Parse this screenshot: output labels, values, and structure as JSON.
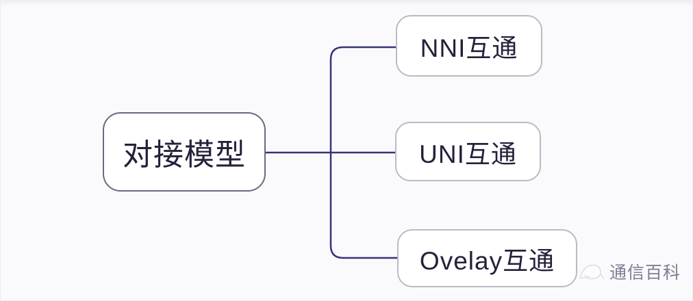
{
  "diagram": {
    "type": "mindmap",
    "root": {
      "label": "对接模型"
    },
    "children": [
      {
        "label": "NNI互通"
      },
      {
        "label": "UNI互通"
      },
      {
        "label": "Ovelay互通"
      }
    ]
  },
  "watermark": {
    "text": "通信百科",
    "logo_icon": "bird-swoosh-icon"
  },
  "colors": {
    "background": "#fafafc",
    "connector": "#36337a",
    "root_border": "#6b6880",
    "child_border": "#bbbac4",
    "node_text": "#23223a",
    "watermark_text": "#64617c"
  }
}
